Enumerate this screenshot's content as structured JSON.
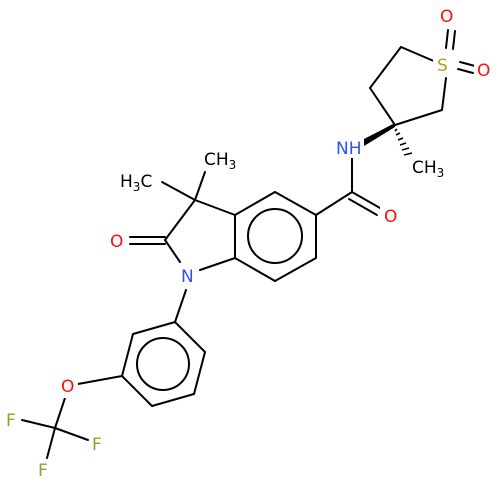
{
  "colors": {
    "bond": "#000000",
    "oxygen": "#ff0d0d",
    "nitrogen": "#3050f8",
    "sulfur": "#b0a020",
    "fluorine": "#90a030",
    "carbon_label": "#000000"
  },
  "labels": {
    "o_sulfonyl_top": "O",
    "s_ring": "S",
    "o_sulfonyl_right": "O",
    "nh_amide": "NH",
    "ch3_quaternary_text": "CH",
    "ch3_quaternary_sub": "3",
    "o_amide": "O",
    "ch3_gem_right_text": "CH",
    "ch3_gem_right_sub": "3",
    "ch3_gem_left_text": "H",
    "ch3_gem_left_sub": "3",
    "ch3_gem_left_c": "C",
    "o_lactam": "O",
    "n_lactam": "N",
    "o_ether": "O",
    "f_left": "F",
    "f_right": "F",
    "f_bottom": "F"
  }
}
